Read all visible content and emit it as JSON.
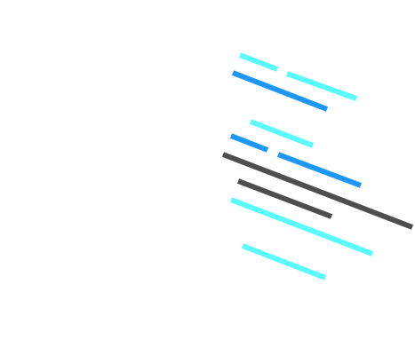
{
  "palette": {
    "background": "#ffffff",
    "light_cyan": "#59fbfc",
    "blue": "#1d97f6",
    "dark_gray": "#4e4e4e"
  },
  "strokes": [
    {
      "name": "stroke-cyan-1",
      "color": "light_cyan"
    },
    {
      "name": "stroke-cyan-2",
      "color": "light_cyan"
    },
    {
      "name": "stroke-blue-1",
      "color": "blue"
    },
    {
      "name": "stroke-cyan-3",
      "color": "light_cyan"
    },
    {
      "name": "stroke-blue-2",
      "color": "blue"
    },
    {
      "name": "stroke-blue-3",
      "color": "blue"
    },
    {
      "name": "stroke-dark-1",
      "color": "dark_gray"
    },
    {
      "name": "stroke-dark-2",
      "color": "dark_gray"
    },
    {
      "name": "stroke-cyan-4",
      "color": "light_cyan"
    },
    {
      "name": "stroke-cyan-5",
      "color": "light_cyan"
    }
  ]
}
